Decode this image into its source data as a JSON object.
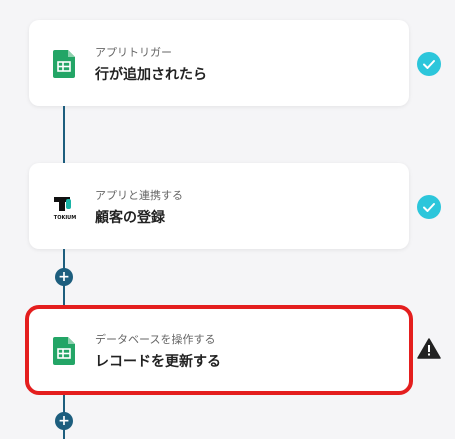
{
  "steps": [
    {
      "subtitle": "アプリトリガー",
      "title": "行が追加されたら",
      "app_icon": "google-sheets-icon",
      "status": "check-icon"
    },
    {
      "subtitle": "アプリと連携する",
      "title": "顧客の登録",
      "app_icon": "tokium-logo-icon",
      "app_icon_text": "TOKIUM",
      "status": "check-icon"
    },
    {
      "subtitle": "データベースを操作する",
      "title": "レコードを更新する",
      "app_icon": "google-sheets-icon",
      "status": "warning-icon"
    }
  ],
  "add_step_symbol": "+",
  "colors": {
    "check": "#2cc6db",
    "warning": "#222222",
    "connector": "#1d5e7e",
    "highlight": "#e41e1e",
    "sheets_green": "#23a566"
  }
}
